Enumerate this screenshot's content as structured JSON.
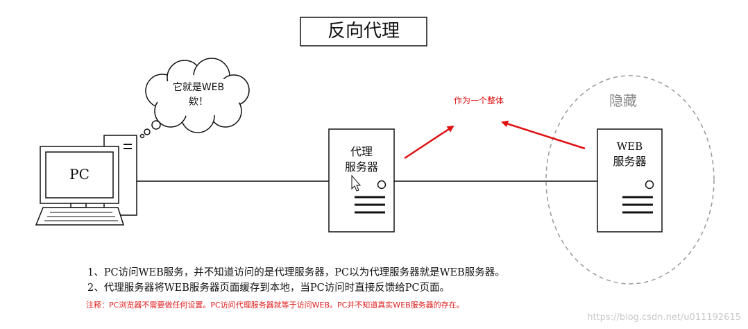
{
  "title": "反向代理",
  "cloud": {
    "line1": "它就是WEB",
    "line2": "欸！"
  },
  "pc": {
    "label": "PC"
  },
  "proxy_server": {
    "line1": "代理",
    "line2": "服务器"
  },
  "web_server": {
    "line1": "WEB",
    "line2": "服务器"
  },
  "hidden_label": "隐藏",
  "whole_label": "作为一个整体",
  "notes": {
    "line1": "1、PC访问WEB服务，并不知道访问的是代理服务器，PC以为代理服务器就是WEB服务器。",
    "line2": "2、代理服务器将WEB服务器页面缓存到本地，当PC访问时直接反馈给PC页面。",
    "remark": "注释：PC浏览器不需要做任何设置。PC访问代理服务器就等于访问WEB。PC并不知道真实WEB服务器的存在。"
  },
  "watermark": "https://blog.csdn.net/u011192615",
  "colors": {
    "arrow": "#e01010",
    "remark": "#e02020",
    "hidden": "#8a8a8a",
    "ellipse": "#999999"
  }
}
